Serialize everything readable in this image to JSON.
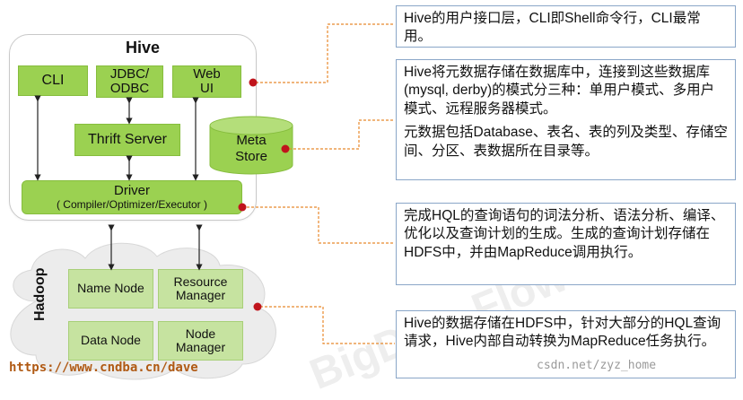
{
  "hive": {
    "title": "Hive",
    "cli": "CLI",
    "jdbc": "JDBC/\nODBC",
    "web": "Web\nUI",
    "thrift": "Thrift Server",
    "metastore": "Meta\nStore",
    "driver": "Driver",
    "driver_sub": "( Compiler/Optimizer/Executor )"
  },
  "hadoop": {
    "title": "Hadoop",
    "name_node": "Name Node",
    "resource_manager": "Resource\nManager",
    "data_node": "Data Node",
    "node_manager": "Node\nManager"
  },
  "notes": {
    "n1": "Hive的用户接口层，CLI即Shell命令行，CLI最常用。",
    "n2a": "Hive将元数据存储在数据库中，连接到这些数据库(mysql, derby)的模式分三种：单用户模式、多用户模式、远程服务器模式。",
    "n2b": "元数据包括Database、表名、表的列及类型、存储空间、分区、表数据所在目录等。",
    "n3": "完成HQL的查询语句的词法分析、语法分析、编译、优化以及查询计划的生成。生成的查询计划存储在HDFS中，并由MapReduce调用执行。",
    "n4": "Hive的数据存储在HDFS中，针对大部分的HQL查询请求，Hive内部自动转换为MapReduce任务执行。"
  },
  "footer": {
    "url": "https://www.cndba.cn/dave",
    "credit": "csdn.net/zyz_home"
  },
  "colors": {
    "box_green": "#9bd151",
    "node_green": "#c6e3a0",
    "connector_orange": "#e8892c",
    "dot_red": "#c0141c"
  }
}
